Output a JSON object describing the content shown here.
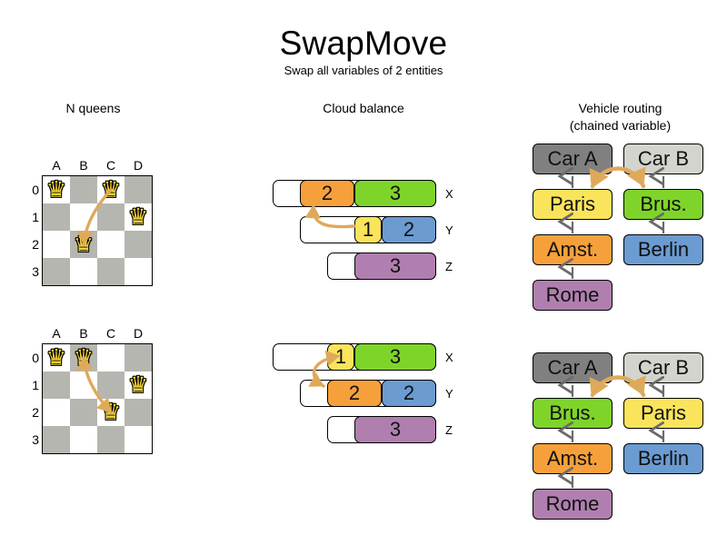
{
  "header": {
    "title": "SwapMove",
    "subtitle": "Swap all variables of 2 entities"
  },
  "columns": {
    "nqueens_title": "N queens",
    "cloud_title": "Cloud balance",
    "vehicle_title": "Vehicle routing\n(chained variable)",
    "vehicle_title_line1": "Vehicle routing",
    "vehicle_title_line2": "(chained variable)"
  },
  "colors": {
    "orange": "#f6a03c",
    "green": "#7fd42a",
    "yellow": "#fae45c",
    "blue": "#6b9bd1",
    "purple": "#b07faf",
    "dark_gray": "#808080",
    "light_gray": "#d4d4ce",
    "board_dark": "#b6b6b1",
    "board_light": "#ffffff",
    "queen": "#f2d33a",
    "arrow": "#dfa95a",
    "chain_line": "#6b6b6b"
  },
  "nqueens": {
    "files": [
      "A",
      "B",
      "C",
      "D"
    ],
    "ranks": [
      "0",
      "1",
      "2",
      "3"
    ],
    "queen_glyph": "♛",
    "before": {
      "queens": [
        {
          "file": 0,
          "rank": 0
        },
        {
          "file": 2,
          "rank": 0
        },
        {
          "file": 3,
          "rank": 1
        },
        {
          "file": 1,
          "rank": 2
        }
      ],
      "swap_arrow": {
        "from": {
          "file": 2,
          "rank": 0
        },
        "to": {
          "file": 1,
          "rank": 2
        },
        "double_headed": false
      }
    },
    "after": {
      "queens": [
        {
          "file": 0,
          "rank": 0
        },
        {
          "file": 1,
          "rank": 0
        },
        {
          "file": 3,
          "rank": 1
        },
        {
          "file": 2,
          "rank": 2
        }
      ],
      "swap_arrow": {
        "from": {
          "file": 1,
          "rank": 0
        },
        "to": {
          "file": 2,
          "rank": 2
        },
        "double_headed": true
      }
    }
  },
  "cloud": {
    "row_labels": [
      "X",
      "Y",
      "Z"
    ],
    "before": {
      "rows": [
        {
          "label": "X",
          "segments": [
            {
              "value": "2",
              "color": "orange",
              "width": 60
            },
            {
              "value": "3",
              "color": "green",
              "width": 90
            }
          ]
        },
        {
          "label": "Y",
          "segments": [
            {
              "value": "1",
              "color": "yellow",
              "width": 30
            },
            {
              "value": "2",
              "color": "blue",
              "width": 60
            }
          ]
        },
        {
          "label": "Z",
          "segments": [
            {
              "value": "3",
              "color": "purple",
              "width": 90
            }
          ]
        }
      ]
    },
    "after": {
      "rows": [
        {
          "label": "X",
          "segments": [
            {
              "value": "1",
              "color": "yellow",
              "width": 30
            },
            {
              "value": "3",
              "color": "green",
              "width": 90
            }
          ]
        },
        {
          "label": "Y",
          "segments": [
            {
              "value": "2",
              "color": "orange",
              "width": 60
            },
            {
              "value": "2",
              "color": "blue",
              "width": 60
            }
          ]
        },
        {
          "label": "Z",
          "segments": [
            {
              "value": "3",
              "color": "purple",
              "width": 90
            }
          ]
        }
      ]
    }
  },
  "vehicle": {
    "before": {
      "left_chain": [
        {
          "label": "Car A",
          "color": "dark_gray"
        },
        {
          "label": "Paris",
          "color": "yellow"
        },
        {
          "label": "Amst.",
          "color": "orange"
        },
        {
          "label": "Rome",
          "color": "purple"
        }
      ],
      "right_chain": [
        {
          "label": "Car B",
          "color": "light_gray"
        },
        {
          "label": "Brus.",
          "color": "green"
        },
        {
          "label": "Berlin",
          "color": "blue"
        }
      ],
      "swap_between": [
        "Paris",
        "Brus."
      ]
    },
    "after": {
      "left_chain": [
        {
          "label": "Car A",
          "color": "dark_gray"
        },
        {
          "label": "Brus.",
          "color": "green"
        },
        {
          "label": "Amst.",
          "color": "orange"
        },
        {
          "label": "Rome",
          "color": "purple"
        }
      ],
      "right_chain": [
        {
          "label": "Car B",
          "color": "light_gray"
        },
        {
          "label": "Paris",
          "color": "yellow"
        },
        {
          "label": "Berlin",
          "color": "blue"
        }
      ],
      "swap_between": [
        "Brus.",
        "Paris"
      ]
    }
  }
}
